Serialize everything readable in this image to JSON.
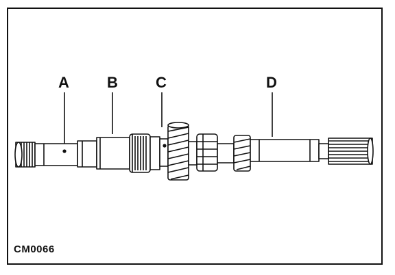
{
  "labels": {
    "a": "A",
    "b": "B",
    "c": "C",
    "d": "D"
  },
  "figure_code": "CM0066",
  "colors": {
    "ink": "#111111",
    "paper": "#ffffff"
  }
}
